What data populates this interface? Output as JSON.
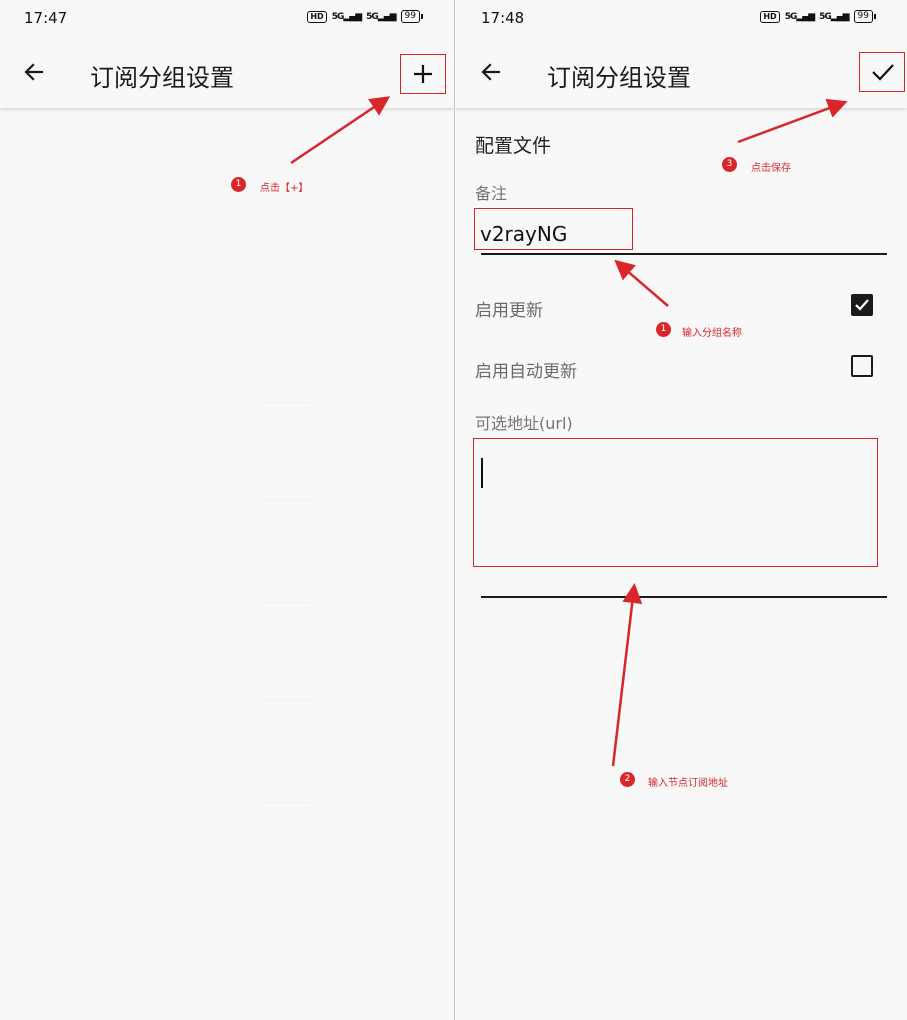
{
  "left": {
    "status": {
      "time": "17:47",
      "hd": "HD",
      "signal1": "5G",
      "signal2": "5G",
      "battery": "99"
    },
    "appbar": {
      "title": "订阅分组设置",
      "back_icon": "arrow-left-icon",
      "action_icon": "plus-icon"
    },
    "annotation": {
      "step": "1",
      "text": "点击【+】"
    }
  },
  "right": {
    "status": {
      "time": "17:48",
      "hd": "HD",
      "signal1": "5G",
      "signal2": "5G",
      "battery": "99"
    },
    "appbar": {
      "title": "订阅分组设置",
      "back_icon": "arrow-left-icon",
      "action_icon": "check-icon"
    },
    "form": {
      "section_title": "配置文件",
      "remarks_label": "备注",
      "remarks_value": "v2rayNG",
      "enable_update_label": "启用更新",
      "enable_update_checked": true,
      "auto_update_label": "启用自动更新",
      "auto_update_checked": false,
      "url_label": "可选地址(url)",
      "url_value": ""
    },
    "annotations": [
      {
        "step": "1",
        "text": "输入分组名称"
      },
      {
        "step": "2",
        "text": "输入节点订阅地址"
      },
      {
        "step": "3",
        "text": "点击保存"
      }
    ]
  },
  "colors": {
    "annotation_red": "#d9262b",
    "background": "#f8f8f8",
    "text": "#1a1a1a"
  }
}
